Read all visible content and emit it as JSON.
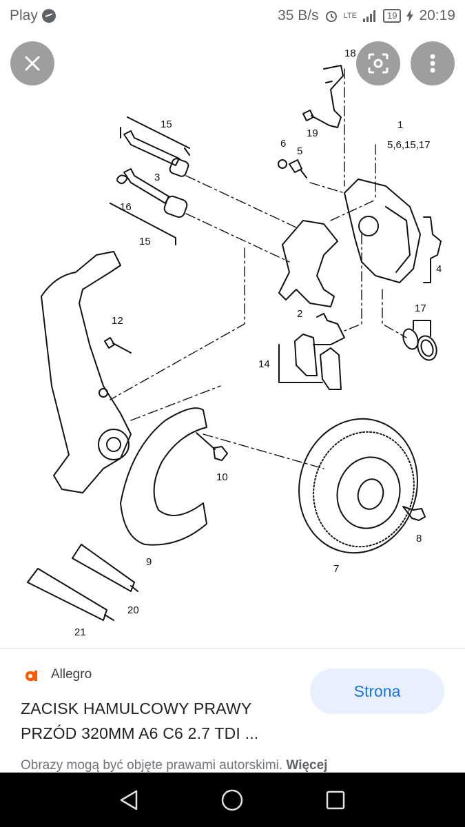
{
  "status_bar": {
    "app_label": "Play",
    "network_speed": "35 B/s",
    "network_type": "LTE",
    "battery_level": "19",
    "time": "20:19"
  },
  "diagram": {
    "part_labels": [
      "18",
      "15",
      "19",
      "1",
      "5,6,15,17",
      "6",
      "5",
      "3",
      "16",
      "15",
      "4",
      "2",
      "17",
      "12",
      "14",
      "10",
      "9",
      "8",
      "7",
      "20",
      "21"
    ]
  },
  "result": {
    "source_name": "Allegro",
    "source_color": "#ff5a00",
    "title": "ZACISK HAMULCOWY PRAWY PRZÓD 320MM A6 C6 2.7 TDI ...",
    "visit_button_label": "Strona",
    "copyright_text": "Obrazy mogą być objęte prawami autorskimi.",
    "copyright_link": "Więcej"
  },
  "icons": [
    "close-icon",
    "lens-icon",
    "more-vert-icon",
    "back-icon",
    "home-icon",
    "recents-icon",
    "alarm-icon",
    "signal-icon",
    "battery-icon",
    "charging-icon"
  ]
}
